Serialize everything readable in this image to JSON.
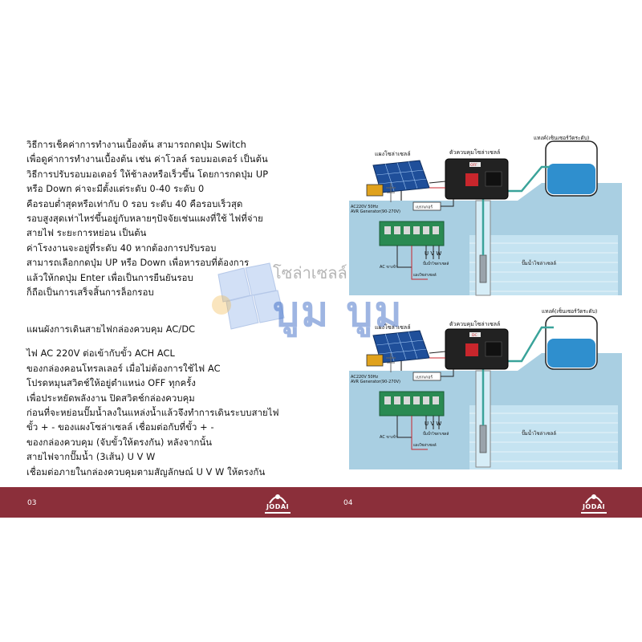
{
  "left_page": {
    "section1_lines": [
      "วิธีการเช็คค่าการทำงานเบื้องต้น สามารถกดปุ่ม Switch",
      "เพื่อดูค่าการทำงานเบื้องต้น เช่น ค่าโวลล์ รอบมอเตอร์ เป็นต้น",
      "วิธีการปรับรอบมอเตอร์ ให้ช้าลงหรือเร็วขึ้น โดยการกดปุ่ม UP",
      "หรือ Down ค่าจะมีตั้งแต่ระดับ 0-40 ระดับ 0",
      "คือรอบต่ำสุดหรือเท่ากับ 0 รอบ ระดับ 40 คือรอบเร็วสุด",
      "รอบสูงสุดเท่าไหร่ขึ้นอยู่กับหลายๆปัจจัยเช่นแผงที่ใช้ ไฟที่จ่าย",
      "สายไฟ ระยะการหย่อน เป็นต้น",
      "ค่าโรงงานจะอยู่ที่ระดับ 40 หากต้องการปรับรอบ",
      "สามารถเลือกกดปุ่ม UP หรือ Down เพื่อหารอบที่ต้องการ",
      "แล้วให้กดปุ่ม Enter เพื่อเป็นการยืนยันรอบ",
      "ก็ถือเป็นการเสร็จสิ้นการล็อกรอบ"
    ],
    "section2_heading": "แผนผังการเดินสายไฟกล่องควบคุม AC/DC",
    "section2_lines": [
      "ไฟ AC 220V ต่อเข้ากับขั้ว ACH ACL",
      "ของกล่องคอนโทรลเลอร์ เมื่อไม่ต้องการใช้ไฟ AC",
      "โปรดหมุนสวิตช์ให้อยู่ตำแหน่ง OFF ทุกครั้ง",
      "เพื่อประหยัดพลังงาน ปิดสวิตช์กล่องควบคุม",
      "ก่อนที่จะหย่อนปั๊มน้ำลงในแหล่งน้ำแล้วจึงทำการเดินระบบสายไฟ",
      "ขั้ว + - ของแผงโซล่าเซลล์ เชื่อมต่อกับที่ขั้ว + -",
      "ของกล่องควบคุม (จับขั้วให้ตรงกัน) หลังจากนั้น",
      "สายไฟจากปั๊มน้ำ (3เส้น) U V W",
      "เชื่อมต่อภายในกล่องควบคุมตามสัญลักษณ์ U V W ให้ตรงกัน"
    ],
    "page_number": "03"
  },
  "right_page": {
    "page_number": "04",
    "diagram_top": {
      "solar_panel_label": "แผงโซล่าเซลล์",
      "controller_label": "ตัวควบคุมโซล่าเซลล์",
      "switch_label": "OFF",
      "tank_label": "แทงค์(เซ็นเซอร์วัดระดับ)",
      "breaker_label": "เบรกเกอร์",
      "generator_line1": "AC220V 50Hz",
      "generator_line2": "AVR Generator(90-270V)",
      "uvw_label": "U V W",
      "pump_wire_label": "ปั๊มน้ำโซล่าเซลล์",
      "ac_label": "AC ขาเข้า",
      "panel_wire_label": "แผงโซล่าเซลล์",
      "pump_label": "ปั๊มน้ำโซล่าเซลล์"
    },
    "diagram_bottom": {
      "solar_panel_label": "แผงโซล่าเซลล์",
      "controller_label": "ตัวควบคุมโซล่าเซลล์",
      "switch_label": "DC",
      "tank_label": "แทงค์(เซ็นเซอร์วัดระดับ)",
      "breaker_label": "เบรกเกอร์",
      "generator_line1": "AC220V 50Hz",
      "generator_line2": "AVR Generator(90-270V)",
      "uvw_label": "U V W",
      "pump_wire_label": "ปั๊มน้ำโซล่าเซลล์",
      "ac_label": "AC ขาเข้า",
      "panel_wire_label": "แผงโซล่าเซลล์",
      "pump_label": "ปั๊มน้ำโซล่าเซลล์"
    }
  },
  "watermark": {
    "shop_text": "โซล่าเซลล์",
    "brand_text": "บูม บูม"
  },
  "logo_text": "JODAI",
  "colors": {
    "footer": "#8b2f3a",
    "water": "#b9dced",
    "ground": "#a9cfe2",
    "watermark_blue": "#2f63c0"
  }
}
